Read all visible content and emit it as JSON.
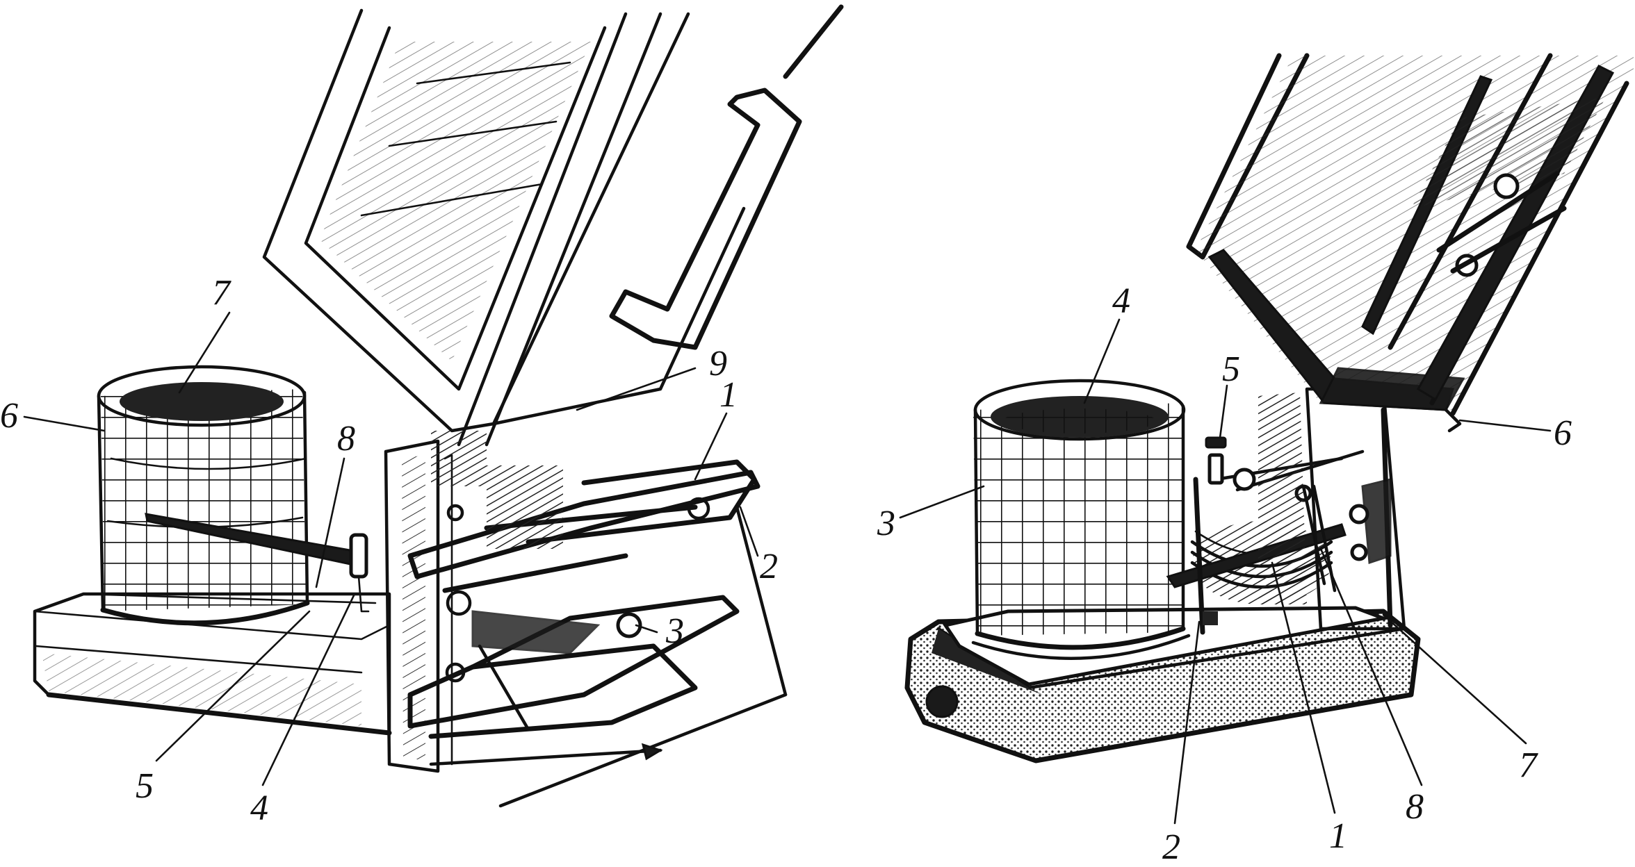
{
  "figure": {
    "left_instrument": {
      "labels": [
        {
          "id": "l7",
          "text": "7"
        },
        {
          "id": "l6",
          "text": "6"
        },
        {
          "id": "l8",
          "text": "8"
        },
        {
          "id": "l9",
          "text": "9"
        },
        {
          "id": "l1",
          "text": "1"
        },
        {
          "id": "l2",
          "text": "2"
        },
        {
          "id": "l3",
          "text": "3"
        },
        {
          "id": "l5",
          "text": "5"
        },
        {
          "id": "l4",
          "text": "4"
        }
      ]
    },
    "right_instrument": {
      "labels": [
        {
          "id": "r4",
          "text": "4"
        },
        {
          "id": "r5",
          "text": "5"
        },
        {
          "id": "r3",
          "text": "3"
        },
        {
          "id": "r6",
          "text": "6"
        },
        {
          "id": "r7",
          "text": "7"
        },
        {
          "id": "r8",
          "text": "8"
        },
        {
          "id": "r1",
          "text": "1"
        },
        {
          "id": "r2",
          "text": "2"
        }
      ]
    }
  }
}
